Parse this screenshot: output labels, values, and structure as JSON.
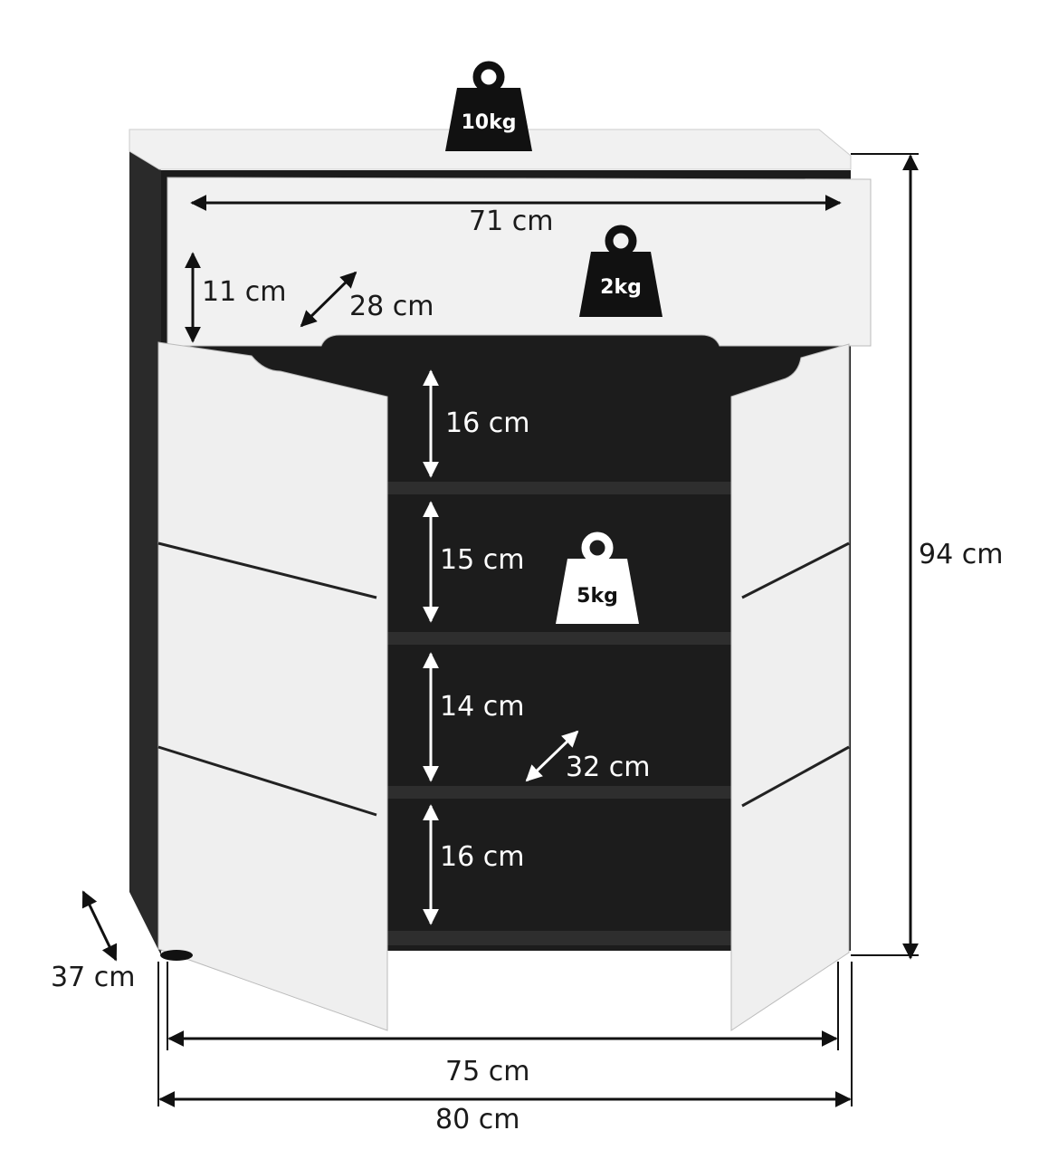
{
  "colors": {
    "panel": "#f1f1f1",
    "dark": "#1c1c1c",
    "ink": "#111111"
  },
  "weights": {
    "top": "10kg",
    "drawer": "2kg",
    "shelf": "5kg"
  },
  "dimensions": {
    "drawer_width": "71 cm",
    "drawer_height": "11 cm",
    "drawer_depth": "28 cm",
    "shelf1_height": "16 cm",
    "shelf2_height": "15 cm",
    "shelf3_height": "14 cm",
    "shelf_depth": "32 cm",
    "shelf4_height": "16 cm",
    "total_height": "94 cm",
    "total_depth": "37 cm",
    "inner_width": "75 cm",
    "total_width": "80 cm"
  }
}
